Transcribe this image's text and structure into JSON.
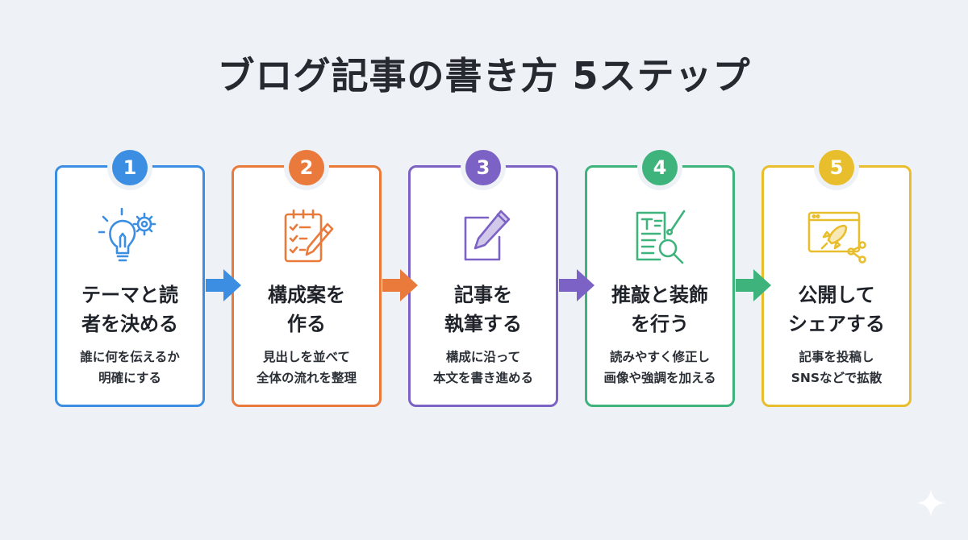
{
  "title": "ブログ記事の書き方 5ステップ",
  "steps": [
    {
      "number": "1",
      "color": "#3b8ee2",
      "heading": [
        "テーマと読",
        "者を決める"
      ],
      "desc": [
        "誰に何を伝えるか",
        "明確にする"
      ],
      "icon": "lightbulb-gear-icon"
    },
    {
      "number": "2",
      "color": "#ea7a3b",
      "heading": [
        "構成案を",
        "作る"
      ],
      "desc": [
        "見出しを並べて",
        "全体の流れを整理"
      ],
      "icon": "checklist-pencil-icon"
    },
    {
      "number": "3",
      "color": "#7b62c4",
      "heading": [
        "記事を",
        "執筆する"
      ],
      "desc": [
        "構成に沿って",
        "本文を書き進める"
      ],
      "icon": "edit-pen-icon"
    },
    {
      "number": "4",
      "color": "#3fb37c",
      "heading": [
        "推敲と装飾",
        "を行う"
      ],
      "desc": [
        "読みやすく修正し",
        "画像や強調を加える"
      ],
      "icon": "document-magnifier-icon"
    },
    {
      "number": "5",
      "color": "#e8be2c",
      "heading": [
        "公開して",
        "シェアする"
      ],
      "desc": [
        "記事を投稿し",
        "SNSなどで拡散"
      ],
      "icon": "rocket-share-icon"
    }
  ],
  "arrow_colors": [
    "#3b8ee2",
    "#ea7a3b",
    "#7b62c4",
    "#3fb37c"
  ]
}
